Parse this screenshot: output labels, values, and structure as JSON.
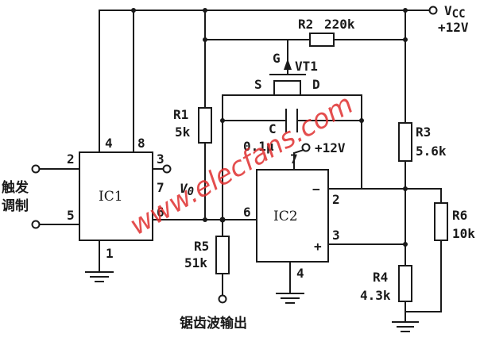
{
  "supply": {
    "vcc_label": "V",
    "vcc_sub": "CC",
    "voltage": "+12V"
  },
  "resistors": [
    {
      "ref": "R1",
      "value": "5k"
    },
    {
      "ref": "R2",
      "value": "220k"
    },
    {
      "ref": "R3",
      "value": "5.6k"
    },
    {
      "ref": "R4",
      "value": "4.3k"
    },
    {
      "ref": "R5",
      "value": "51k"
    },
    {
      "ref": "R6",
      "value": "10k"
    }
  ],
  "capacitor": {
    "ref": "C",
    "value": "0.1μ"
  },
  "transistor": {
    "ref": "VT1",
    "gate": "G",
    "source": "S",
    "drain": "D"
  },
  "ic1": {
    "label": "IC1",
    "pins": {
      "p2": "2",
      "p3": "3",
      "p4": "4",
      "p5": "5",
      "p6": "6",
      "p7": "7",
      "p8": "8",
      "p1": "1"
    },
    "output_label": "V",
    "output_sub": "0"
  },
  "ic2": {
    "label": "IC2",
    "pins": {
      "p2": "2",
      "p3": "3",
      "p4": "4",
      "p6": "6",
      "p7": "7"
    },
    "minus": "−",
    "plus": "+",
    "supply_label": "+12V"
  },
  "labels": {
    "trigger_line1": "触发",
    "trigger_line2": "调制",
    "output": "锯齿波输出"
  },
  "watermark": "www.elecfans.com"
}
